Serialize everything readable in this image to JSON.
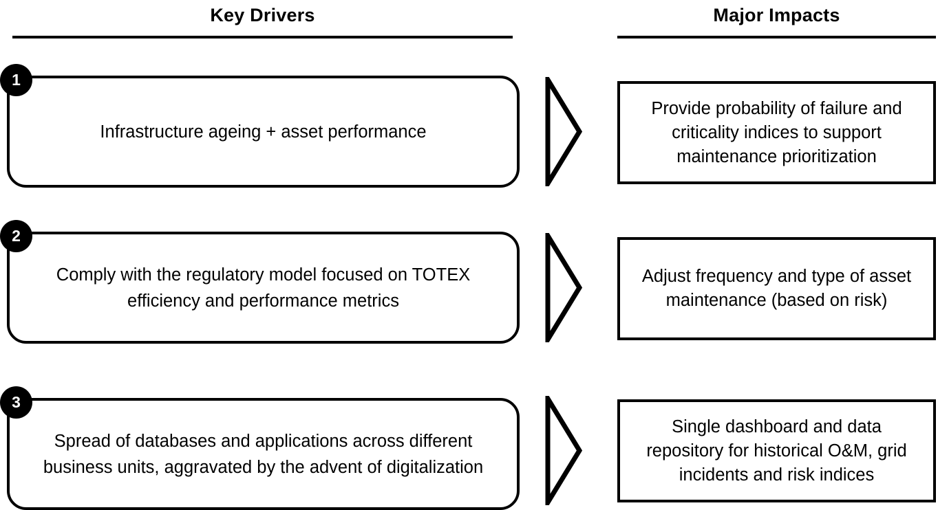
{
  "headers": {
    "left": "Key Drivers",
    "right": "Major Impacts"
  },
  "rows": [
    {
      "number": "1",
      "driver": "Infrastructure ageing + asset performance",
      "arrow": "right-triangle-arrow-icon",
      "impact": "Provide probability of failure and criticality indices to support maintenance prioritization"
    },
    {
      "number": "2",
      "driver": "Comply with the regulatory model focused on TOTEX efficiency and performance metrics",
      "arrow": "right-triangle-arrow-icon",
      "impact": "Adjust frequency and type of asset maintenance (based on risk)"
    },
    {
      "number": "3",
      "driver": "Spread of databases and applications across different business units, aggravated by the advent of digitalization",
      "arrow": "right-triangle-arrow-icon",
      "impact": "Single dashboard and data repository for historical O&M, grid incidents and risk indices"
    }
  ],
  "colors": {
    "stroke": "#000000",
    "background": "#ffffff",
    "badge_fill": "#000000",
    "badge_text": "#ffffff"
  }
}
